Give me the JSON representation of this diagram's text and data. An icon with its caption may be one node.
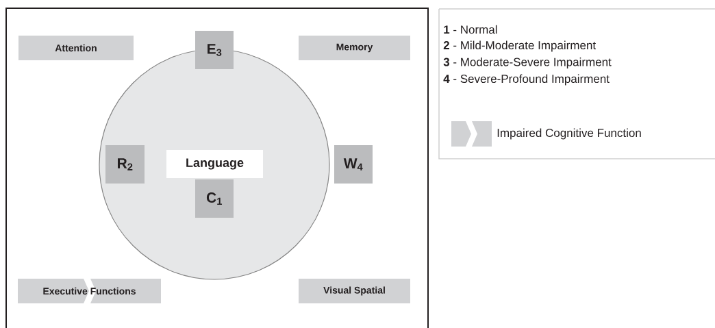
{
  "diagram": {
    "nodes": [
      {
        "text": [
          "Attention"
        ]
      },
      {
        "text": [
          "E$_{3}$"
        ]
      },
      {
        "text": [
          "Memory"
        ]
      },
      {
        "text": [],
        "shape": "circle"
      },
      {
        "text": [
          "R$_{2}$"
        ],
        "in": 3
      },
      {
        "text": [
          "Language"
        ],
        "in": 3
      },
      {
        "text": [
          "W$_{4}$"
        ]
      },
      {
        "text": [
          "C$_{1}$"
        ],
        "in": 3
      },
      {
        "text": [
          "Executive Functions"
        ]
      },
      {
        "text": [
          "Visual Spatial"
        ]
      }
    ],
    "labels": [
      "**1** - Normal",
      "**2** - Mild-Moderate Impairment",
      "**3** - Moderate-Severe Impairment",
      "**4** - Severe-Profound Impairment"
    ],
    "legend": [
      {
        "text": "Impaired Cognitive Function"
      }
    ]
  }
}
